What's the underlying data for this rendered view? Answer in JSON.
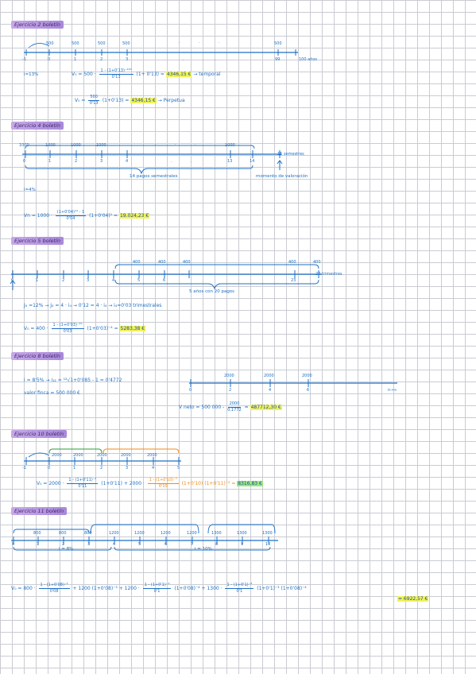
{
  "ex1": {
    "title": "Ejercicio 2 boletín",
    "top_labels": [
      "500",
      "500",
      "500",
      "500",
      ".",
      ".",
      ".",
      "500"
    ],
    "bottom_labels": [
      "-1",
      "0",
      "1",
      "2",
      "3",
      ".",
      ".",
      ".",
      "99",
      "100 años"
    ],
    "i_label": "i=13%",
    "eq1_pre": "V₀ = 500 ·",
    "eq1_num": "1 - (1+0'13)⁻¹⁰⁰",
    "eq1_den": "0'13",
    "eq1_post": "(1+ 0'13) =",
    "eq1_result": "4346,15 €",
    "eq1_note": "→ temporal",
    "eq2_pre": "V₀ =",
    "eq2_num": "500",
    "eq2_den": "0'13",
    "eq2_post": "(1+0'13) =",
    "eq2_result": "4346,15 €",
    "eq2_note": "→ Perpetua"
  },
  "ex2": {
    "title": "Ejercicio 4 boletín",
    "top_labels": [
      "1000",
      "1000",
      "1000",
      "1000",
      ".",
      ".",
      ".",
      "1000"
    ],
    "bottom_labels": [
      "0",
      "1",
      "2",
      "3",
      "4",
      ".",
      ".",
      "13",
      "14",
      "15 semestres"
    ],
    "brace_label": "14 pagos semestrales",
    "moment_label": "momento de valoración",
    "i_label": "i=4%",
    "eq_pre": "Vn = 1000 ·",
    "eq_num": "(1+0'04)¹⁴ - 1",
    "eq_den": "0'04",
    "eq_post": "(1+0'04)¹ =",
    "eq_result": "19.024,23 €"
  },
  "ex3": {
    "title": "Ejercicio 5 boletín",
    "top_labels": [
      "400",
      "400",
      "400",
      "400",
      "400"
    ],
    "bottom_labels": [
      "0",
      "1",
      "2",
      "3",
      "4",
      "5",
      "6",
      "23",
      "24 trimestres"
    ],
    "brace_label": "5 años con 20 pagos",
    "rate_line": "J₄ =12% → J₄ = 4 · i₄ → 0'12 = 4 · i₄ → i₄=0'03 trimestrales",
    "eq_pre": "V₀ = 400 ·",
    "eq_num": "1 - (1+0'03)⁻²⁰",
    "eq_den": "0'03",
    "eq_post": "(1+0'03)⁻⁴ =",
    "eq_result": "5283,38 €"
  },
  "ex4": {
    "title": "Ejercicio 8 boletín",
    "rate_line": "i = 8'5% → i₁₂ = ¹²√1+0'085 - 1 = 0'4772",
    "value_line": "valor finca = 500 000 €",
    "top_labels": [
      "2000",
      "2000",
      "2000"
    ],
    "bottom_labels": [
      "0",
      "2",
      "4",
      "6",
      "n→∞"
    ],
    "eq_pre": "V neto = 500 000 -",
    "eq_num": "2000",
    "eq_den": "0,1772",
    "eq_result": "487712,30 €"
  },
  "ex5": {
    "title": "Ejercicio 10 boletín",
    "top_labels": [
      "2000",
      "2000",
      "2000",
      "2000",
      "2000"
    ],
    "bottom_labels": [
      "-1",
      "0",
      "1",
      "2",
      "3",
      "4",
      "5"
    ],
    "eq_pre": "V₀ = 2000 ·",
    "eq_num": "1 - (1+0'11)⁻²",
    "eq_den": "0'11",
    "eq_mid": "(1+0'11) + 2000 ·",
    "eq_num2": "1 - (1+0'10)⁻³",
    "eq_den2": "0'10",
    "eq_post": "(1+0'10) (1+0'11)⁻² =",
    "eq_result": "8316,83 €"
  },
  "ex6": {
    "title": "Ejercicio 11 boletín",
    "top_labels": [
      "800",
      "800",
      "800",
      "1200",
      "1200",
      "1200",
      "1200",
      "1300",
      "1300",
      "1300"
    ],
    "bottom_labels": [
      "0",
      "1",
      "2",
      "3",
      "4",
      "5",
      "6",
      "7",
      "8",
      "9",
      "10"
    ],
    "rate1": "i = 8%",
    "rate2": "i = 10%",
    "eq_a": "V₀ = 800 ·",
    "num1": "1 - (1+0'08)⁻³",
    "den1": "0'08",
    "eq_b": "+ 1200 (1+0'08)⁻³ + 1200 ·",
    "num2": "1 - (1+0'1)⁻³",
    "den2": "0'1",
    "eq_c": "(1+0'08)⁻⁴ + 1300 ·",
    "num3": "1 - (1+0'1)⁻³",
    "den3": "0'1",
    "eq_d": "(1+0'1)⁻³ (1+0'08)⁻⁴",
    "eq_result": "= 6922,57 €"
  }
}
